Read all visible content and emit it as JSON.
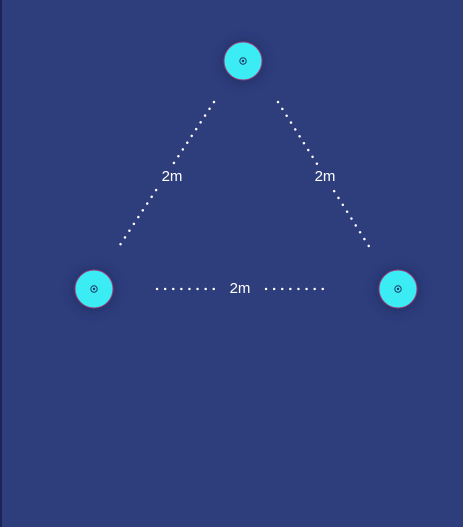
{
  "diagram": {
    "background_color": "#2e3d7c",
    "node_color": "#3cecf5",
    "node_icon": "wifi-signal-icon",
    "line_color": "#ffffff",
    "distance_labels": {
      "left_edge": "2m",
      "right_edge": "2m",
      "bottom_edge": "2m"
    }
  }
}
